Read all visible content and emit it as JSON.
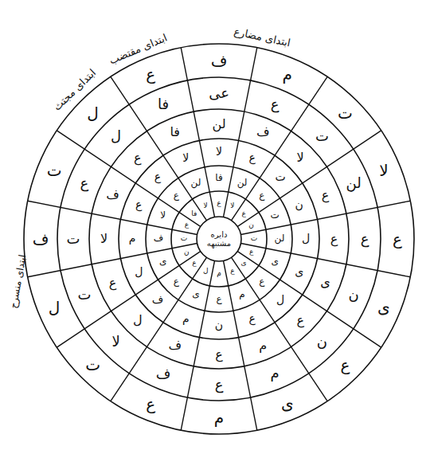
{
  "diagram": {
    "nodes": [
      {
        "text": [
          "دایره مشتبهه"
        ]
      }
    ],
    "labels": [
      "ابتدای مضارع",
      "ابتدای مقتضب",
      "ابتدای مجتث",
      "ابتدای منسرح",
      "ف",
      "م",
      "ت",
      "لا",
      "ع",
      "ی",
      "ع",
      "ی",
      "م",
      "ع",
      "ت",
      "ل",
      "ف",
      "ت",
      "ل",
      "ع",
      "عی",
      "ع",
      "ت",
      "لن",
      "ع",
      "ن",
      "ن",
      "م",
      "ع",
      "ف",
      "لا",
      "ت",
      "ت",
      "ع",
      "ل",
      "فا",
      "لن",
      "ف",
      "لا",
      "ع",
      "ع",
      "ی",
      "ع",
      "م",
      "ع",
      "ف",
      "ل",
      "ع",
      "لا",
      "ف",
      "ع",
      "فا",
      "لا",
      "ع",
      "ت",
      "ن",
      "ل",
      "ی",
      "ل",
      "ع",
      "ن",
      "م",
      "ف",
      "ل",
      "م",
      "ع",
      "ع",
      "لا",
      "فا",
      "لن",
      "ع",
      "ت",
      "لن",
      "ی",
      "ع",
      "م",
      "ع",
      "ی",
      "ع",
      "ی",
      "ف",
      "لا",
      "ع",
      "لن",
      "ع",
      "لا",
      "ع",
      "ن",
      "ت",
      "ع",
      "ی",
      "ع",
      "م",
      "ل",
      "ع",
      "ن",
      "ت",
      "ع",
      "فا",
      "لا"
    ]
  }
}
